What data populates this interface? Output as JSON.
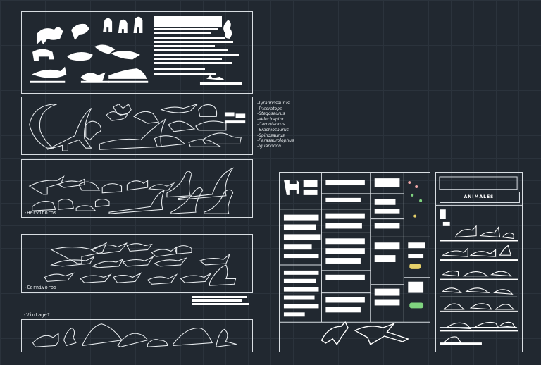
{
  "app": {
    "colors": {
      "background": "#212830",
      "lines": "#d8dde2",
      "fill": "#ffffff",
      "grid": "#2b333c"
    }
  },
  "dinosaur_sheet": {
    "species_list": [
      "-Tyrannosaurus",
      "-Triceratops",
      "-Stegosaurus",
      "-Velociraptor",
      "-Carnotaurus",
      "-Brachiosaurus",
      "-Spinosaurus",
      "-Parasaurolophus",
      "-Iguanodon"
    ],
    "herbivores_label": "-Herviboros",
    "carnivores_label": "-Carnivoros",
    "vintage_label": "-Vintage?"
  },
  "animals_sheet": {
    "title": "ANIMALES"
  }
}
